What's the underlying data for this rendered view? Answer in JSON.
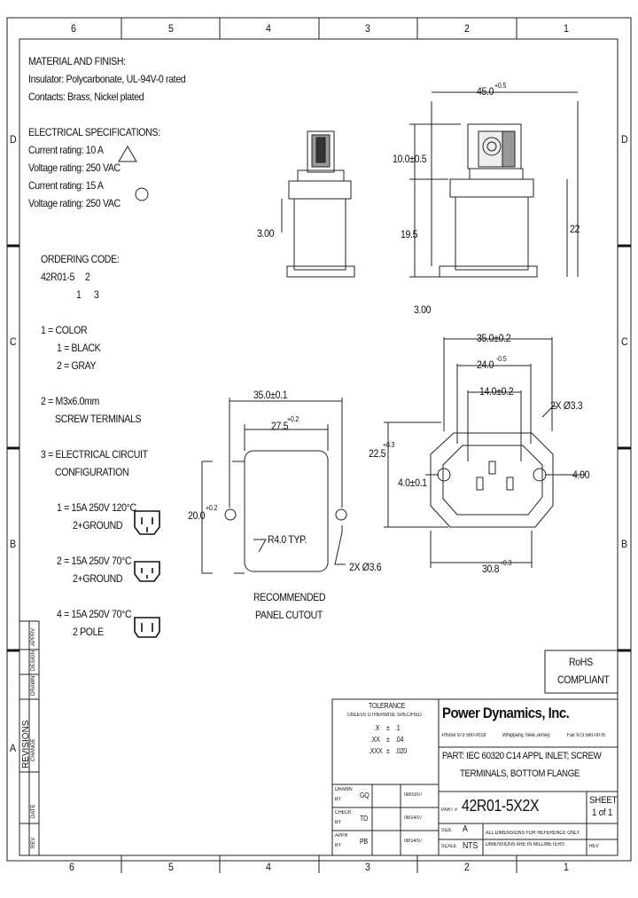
{
  "border": {
    "columns": [
      "6",
      "5",
      "4",
      "3",
      "2",
      "1"
    ],
    "rows": [
      "D",
      "C",
      "B",
      "A"
    ]
  },
  "notes": {
    "material_title": "MATERIAL AND FINISH:",
    "insulator": "Insulator: Polycarbonate, UL-94V-0 rated",
    "contacts": "Contacts: Brass, Nickel plated",
    "electrical_title": "ELECTRICAL SPECIFICATIONS:",
    "current1": "Current rating: 10 A",
    "voltage1": "Voltage rating: 250 VAC",
    "current2": "Current rating: 15 A",
    "voltage2": "Voltage rating: 250 VAC"
  },
  "ordering": {
    "title": "ORDERING CODE:",
    "code_prefix": "42R01-5",
    "code_middle": "2",
    "idx1": "1",
    "idx3": "3",
    "color_title": "1 = COLOR",
    "black": "1 = BLACK",
    "gray": "2 = GRAY",
    "screw_line1": "2 = M3x6.0mm",
    "screw_line2": "SCREW TERMINALS",
    "config_line1": "3 = ELECTRICAL CIRCUIT",
    "config_line2": "CONFIGURATION",
    "opt1_line1": "1 = 15A 250V 120°C",
    "opt1_line2": "2+GROUND",
    "opt2_line1": "2 = 15A 250V 70°C",
    "opt2_line2": "2+GROUND",
    "opt4_line1": "4 = 15A 250V 70°C",
    "opt4_line2": "2 POLE"
  },
  "side_view": {
    "dim_width": "45.0",
    "dim_width_tol": "+0.5",
    "dim_height_top": "10.0±0.5",
    "dim_mid": "19.5",
    "dim_total": "22",
    "dim_flange_left": "3.00",
    "dim_flange_bottom": "3.00"
  },
  "front_view": {
    "dim_outer": "35.0±0.2",
    "dim_inner": "24.0",
    "dim_inner_tol": "-0.5",
    "dim_pins": "14.0±0.2",
    "dim_holes": "2X Ø3.3",
    "dim_height": "22.5",
    "dim_height_tol": "+0.3",
    "dim_left_pin": "4.0±0.1",
    "dim_right_pin": "4.00",
    "dim_bottom": "30.8",
    "dim_bottom_tol": "+0.3"
  },
  "cutout": {
    "dim_width": "35.0±0.1",
    "dim_inner": "27.5",
    "dim_inner_tol": "+0.2",
    "dim_height": "20.0",
    "dim_height_tol": "+0.2",
    "radius": "R4.0 TYP.",
    "holes": "2X Ø3.6",
    "caption1": "RECOMMENDED",
    "caption2": "PANEL CUTOUT"
  },
  "rohs": {
    "line1": "RoHS",
    "line2": "COMPLIANT"
  },
  "revisions": {
    "title": "REVISIONS",
    "change": "CHANGE",
    "date": "DATE",
    "rev": "REV",
    "apprv": "APPRV",
    "design": "DESIGN",
    "drawn": "DRAWN"
  },
  "tolerance": {
    "title": "TOLERANCE",
    "subtitle": "UNLESS OTHERWISE SPECIFIED",
    "r1a": ".X",
    "r1b": "±",
    "r1c": ".1",
    "r2a": ".XX",
    "r2b": "±",
    "r2c": ".04",
    "r3a": ".XXX",
    "r3b": "±",
    "r3c": ".020"
  },
  "company": {
    "name": "Power Dynamics, Inc.",
    "phone": "Phone 973 560-0019",
    "city": "Whippany, New Jersey",
    "fax": "Fax 973 560-0076"
  },
  "part": {
    "desc1": "PART: IEC 60320 C14 APPL INLET; SCREW",
    "desc2": "TERMINALS, BOTTOM FLANGE",
    "part_label": "PART #",
    "number": "42R01-5X2X",
    "sheet_label": "SHEET",
    "sheet": "1 of 1",
    "size_label": "SIZE",
    "size": "A",
    "scale_label": "SCALE",
    "scale": "NTS",
    "note1": "ALL DIMENSIONS FOR REFERENCE ONLY",
    "note2": "DIMENSIONS ARE IN MILLIMETERS",
    "rev_label": "REV"
  },
  "signoffs": [
    {
      "role1": "DRAWN",
      "role2": "BY",
      "initials": "GQ",
      "date": "08/03/07"
    },
    {
      "role1": "CHECK",
      "role2": "BY",
      "initials": "TD",
      "date": "08/14/07"
    },
    {
      "role1": "APPR",
      "role2": "BY",
      "initials": "PB",
      "date": "08/14/07"
    }
  ]
}
